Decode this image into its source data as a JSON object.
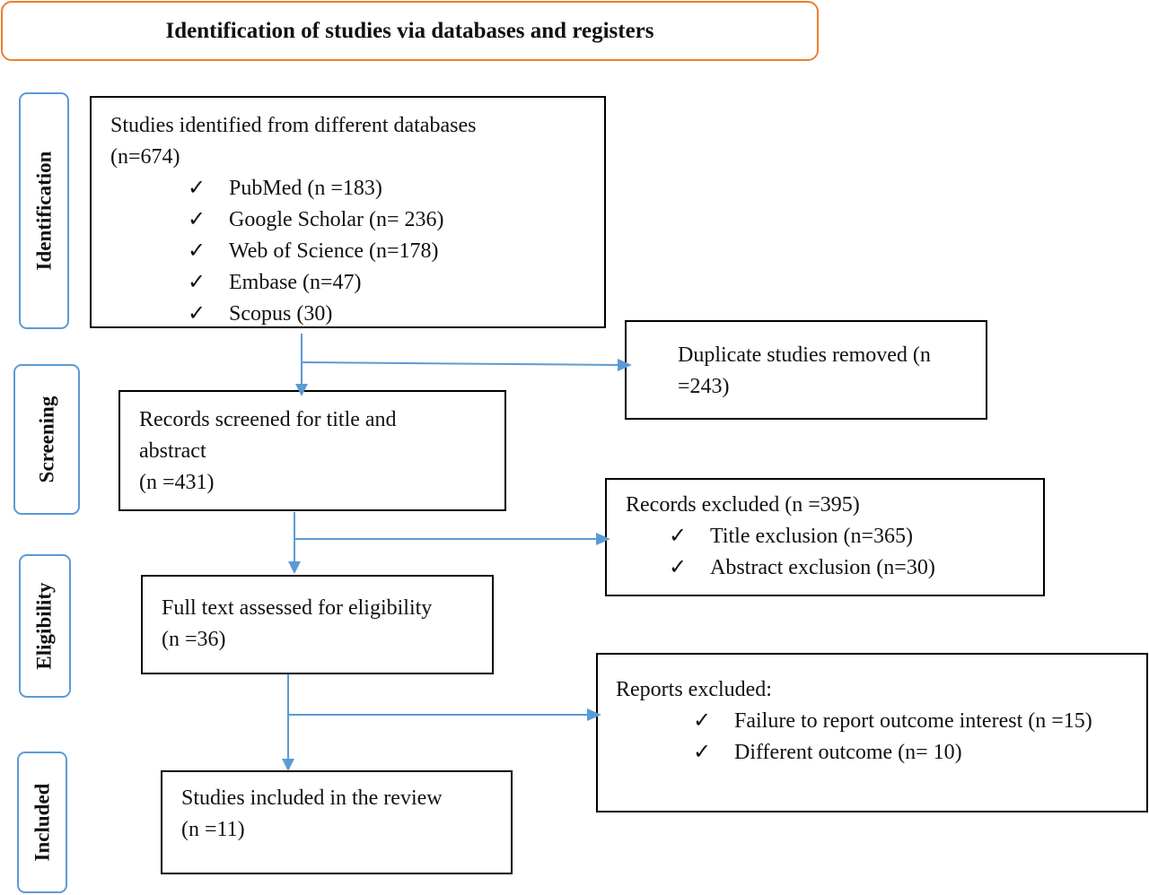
{
  "header": {
    "title": "Identification of studies via databases and registers"
  },
  "stages": {
    "identification": "Identification",
    "screening": "Screening",
    "eligibility": "Eligibility",
    "included": "Included"
  },
  "boxes": {
    "identified": {
      "line1": "Studies identified from different databases",
      "line2": "(n=674)",
      "items": [
        "PubMed (n =183)",
        "Google Scholar (n= 236)",
        "Web of Science (n=178)",
        "Embase (n=47)",
        "Scopus (30)"
      ]
    },
    "duplicates": {
      "line1": "Duplicate studies removed (n",
      "line2": "=243)"
    },
    "screened": {
      "line1": "Records screened for title and",
      "line2": "abstract",
      "line3": "(n =431)"
    },
    "records_excluded": {
      "line1": "Records excluded (n =395)",
      "items": [
        "Title exclusion (n=365)",
        "Abstract exclusion (n=30)"
      ]
    },
    "fulltext": {
      "line1": "Full text assessed for eligibility",
      "line2": "(n =36)"
    },
    "reports_excluded": {
      "line1": "Reports excluded:",
      "items": [
        "Failure to report outcome interest (n =15)",
        "Different outcome (n= 10)"
      ]
    },
    "included": {
      "line1": "Studies included in the review",
      "line2": "(n =11)"
    }
  },
  "check_mark": "✓",
  "colors": {
    "header_border": "#ed7d31",
    "stage_border": "#5b9bd5",
    "arrow": "#5b9bd5",
    "box_border": "#000000"
  }
}
